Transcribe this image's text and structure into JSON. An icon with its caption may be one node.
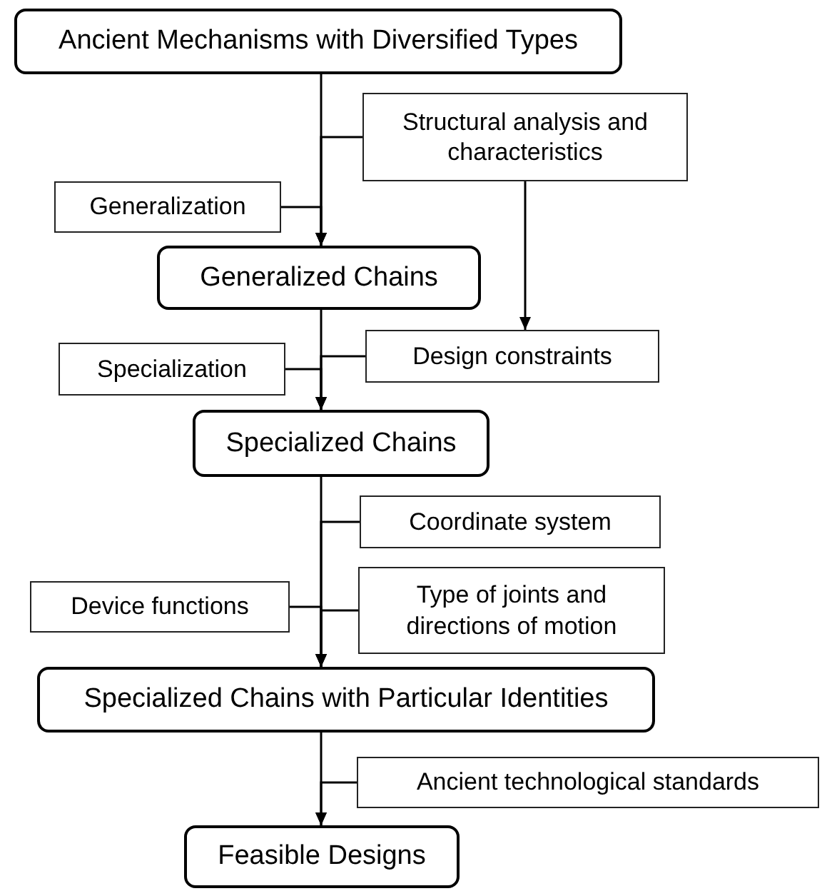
{
  "diagram": {
    "nodes": [
      {
        "text": [
          "Ancient Mechanisms with Diversified Types"
        ]
      },
      {
        "text": [
          "Structural analysis and characteristics"
        ]
      },
      {
        "text": [
          "Generalization"
        ]
      },
      {
        "text": [
          "Generalized Chains"
        ]
      },
      {
        "text": [
          "Design constraints"
        ]
      },
      {
        "text": [
          "Specialization"
        ]
      },
      {
        "text": [
          "Specialized Chains"
        ]
      },
      {
        "text": [
          "Coordinate system"
        ]
      },
      {
        "text": [
          "Device functions"
        ]
      },
      {
        "text": [
          "Type of joints and directions of motion"
        ]
      },
      {
        "text": [
          "Specialized Chains with Particular Identities"
        ]
      },
      {
        "text": [
          "Ancient technological standards"
        ]
      },
      {
        "text": [
          "Feasible Designs"
        ]
      }
    ],
    "edges": [
      {
        "from": 0,
        "to": 3,
        "arrow": "to"
      },
      {
        "from": 1,
        "to": 3,
        "arrow": "to"
      },
      {
        "from": 2,
        "to": 3,
        "arrow": "to"
      },
      {
        "from": 1,
        "to": 4,
        "arrow": "to"
      },
      {
        "from": 3,
        "to": 6,
        "arrow": "to"
      },
      {
        "from": 4,
        "to": 6,
        "arrow": "to"
      },
      {
        "from": 5,
        "to": 6,
        "arrow": "to"
      },
      {
        "from": 6,
        "to": 10,
        "arrow": "to"
      },
      {
        "from": 7,
        "to": 10,
        "arrow": "to"
      },
      {
        "from": 8,
        "to": 10,
        "arrow": "to"
      },
      {
        "from": 9,
        "to": 10,
        "arrow": "to"
      },
      {
        "from": 10,
        "to": 12,
        "arrow": "to"
      },
      {
        "from": 11,
        "to": 12,
        "arrow": "to"
      }
    ]
  }
}
